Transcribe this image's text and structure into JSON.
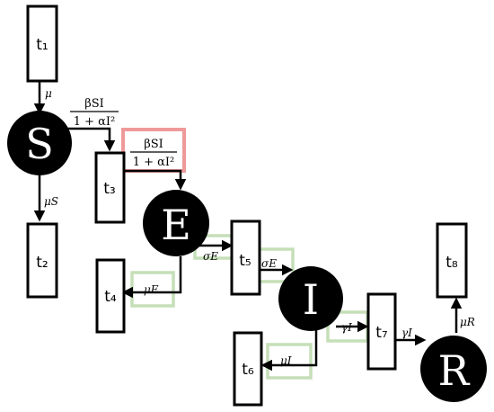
{
  "compartments": {
    "S": "S",
    "E": "E",
    "I": "I",
    "R": "R"
  },
  "transition_boxes": {
    "t1": "t₁",
    "t2": "t₂",
    "t3": "t₃",
    "t4": "t₄",
    "t5": "t₅",
    "t6": "t₆",
    "t7": "t₇",
    "t8": "t₈"
  },
  "rates": {
    "t1_to_S": "μ",
    "S_to_t2": "μS",
    "S_to_t3_num": "βSI",
    "S_to_t3_den": "1 + αI²",
    "t3_to_E_num": "βSI",
    "t3_to_E_den": "1 + αI²",
    "E_to_t4": "μE",
    "E_to_t5": "σE",
    "t5_to_I": "σE",
    "I_to_t6": "μI",
    "I_to_t7": "γI",
    "t7_to_R": "γI",
    "R_to_t8": "μR"
  },
  "colors": {
    "node_fill": "#000000",
    "highlight_green": "#c5dfb8",
    "highlight_red": "#ef9a9a"
  }
}
